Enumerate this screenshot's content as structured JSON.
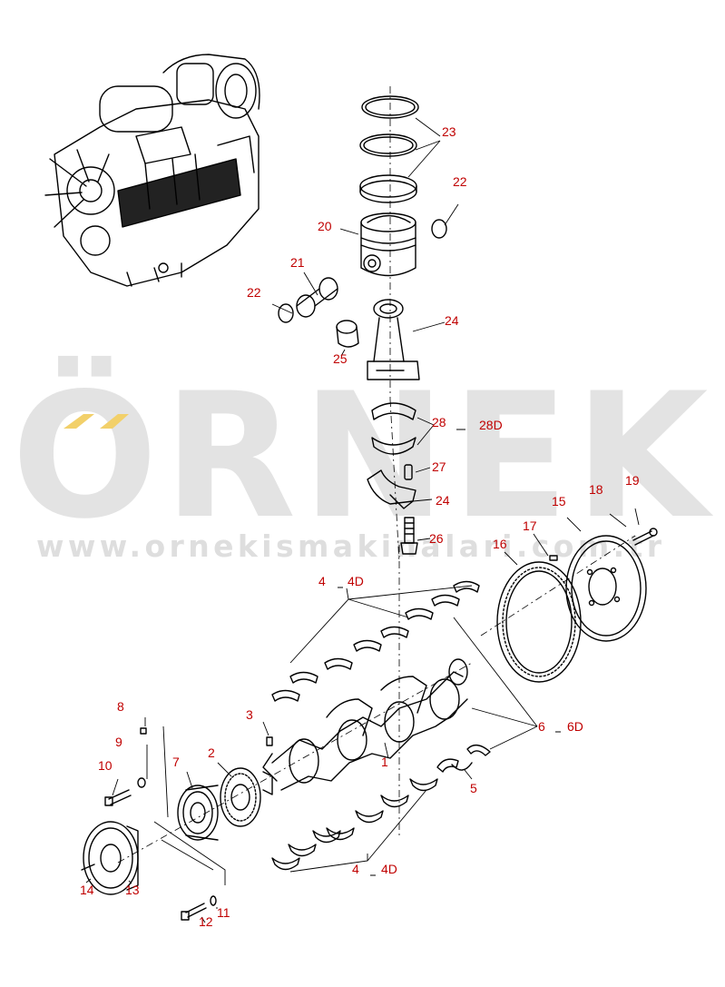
{
  "watermark": {
    "brand": "ÖRNEK",
    "url": "www.ornekismakinalari.com.tr",
    "accent_color": "#f2d06a",
    "text_color": "#e0e0e0"
  },
  "colors": {
    "callout": "#c00000",
    "linework": "#000000"
  },
  "callouts": [
    {
      "id": "c23",
      "text": "23"
    },
    {
      "id": "c22a",
      "text": "22"
    },
    {
      "id": "c20",
      "text": "20"
    },
    {
      "id": "c21",
      "text": "21"
    },
    {
      "id": "c22b",
      "text": "22"
    },
    {
      "id": "c24a",
      "text": "24"
    },
    {
      "id": "c25",
      "text": "25"
    },
    {
      "id": "c28",
      "text": "28"
    },
    {
      "id": "c28d",
      "text": "28D"
    },
    {
      "id": "c27",
      "text": "27"
    },
    {
      "id": "c24b",
      "text": "24"
    },
    {
      "id": "c26",
      "text": "26"
    },
    {
      "id": "c19",
      "text": "19"
    },
    {
      "id": "c18",
      "text": "18"
    },
    {
      "id": "c15",
      "text": "15"
    },
    {
      "id": "c17",
      "text": "17"
    },
    {
      "id": "c16",
      "text": "16"
    },
    {
      "id": "c4a",
      "text": "4"
    },
    {
      "id": "c4da",
      "text": "4D"
    },
    {
      "id": "c6",
      "text": "6"
    },
    {
      "id": "c6d",
      "text": "6D"
    },
    {
      "id": "c8",
      "text": "8"
    },
    {
      "id": "c3",
      "text": "3"
    },
    {
      "id": "c9",
      "text": "9"
    },
    {
      "id": "c7",
      "text": "7"
    },
    {
      "id": "c2",
      "text": "2"
    },
    {
      "id": "c1",
      "text": "1"
    },
    {
      "id": "c10",
      "text": "10"
    },
    {
      "id": "c5",
      "text": "5"
    },
    {
      "id": "c4b",
      "text": "4"
    },
    {
      "id": "c4db",
      "text": "4D"
    },
    {
      "id": "c14",
      "text": "14"
    },
    {
      "id": "c13",
      "text": "13"
    },
    {
      "id": "c11",
      "text": "11"
    },
    {
      "id": "c12",
      "text": "12"
    }
  ]
}
